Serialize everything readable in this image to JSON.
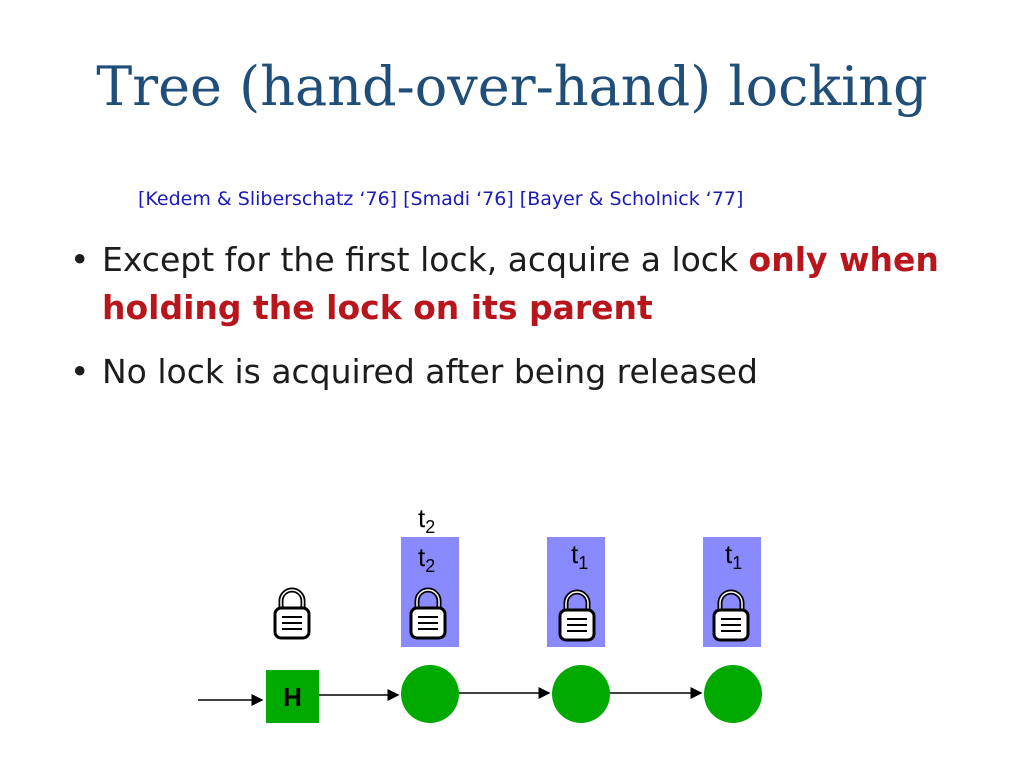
{
  "slide": {
    "title": "Tree (hand-over-hand) locking",
    "citation": "[Kedem & Sliberschatz ‘76] [Smadi ‘76] [Bayer & Scholnick ‘77]",
    "bullets": [
      {
        "marker": "•",
        "text": "Except for the first lock, acquire a lock ",
        "highlight": "only when holding the lock on its parent"
      },
      {
        "marker": "•",
        "text": "No lock is acquired after being released",
        "highlight": ""
      }
    ]
  },
  "diagram": {
    "head_label": "H",
    "thread_labels": [
      {
        "base": "t",
        "sub": "2"
      },
      {
        "base": "t",
        "sub": "2"
      },
      {
        "base": "t",
        "sub": "1"
      },
      {
        "base": "t",
        "sub": "1"
      }
    ],
    "colors": {
      "node": "#00aa00",
      "head_fill": "#00aa00",
      "lock_highlight": "#8a8aff",
      "title": "#1f4e79",
      "citation": "#1a1ab8",
      "emphasis": "#b8161c"
    }
  }
}
